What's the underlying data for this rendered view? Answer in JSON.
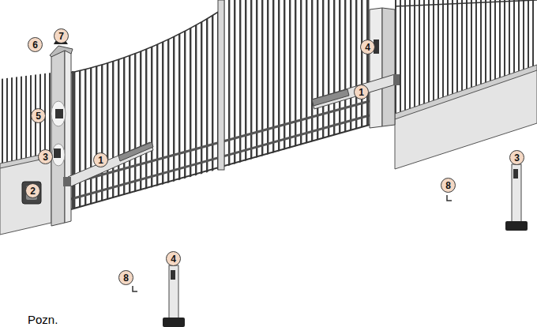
{
  "diagram": {
    "labels": [
      "6",
      "7",
      "4",
      "5",
      "3",
      "1",
      "1",
      "2",
      "8",
      "3",
      "8",
      "4",
      "Pozn."
    ]
  }
}
